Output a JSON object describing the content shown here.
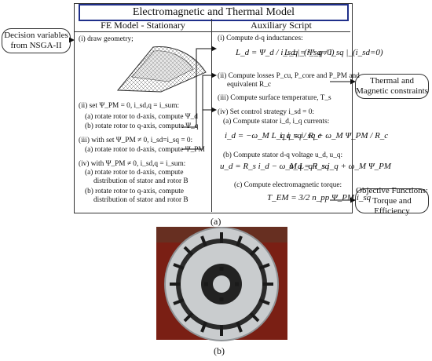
{
  "title": "Electromagnetic and Thermal Model",
  "left_column": {
    "header": "FE Model - Stationary",
    "steps": [
      "(i) draw geometry;",
      "(ii) set Ψ_PM = 0, i_sd,q = i_sum:",
      "(a) rotate rotor to d-axis, compute Ψ_d",
      "(b) rotate rotor to q-axis, compute Ψ_q",
      "(iii) with set Ψ_PM ≠ 0, i_sd=i_sq = 0:",
      "(a) rotate rotor to d-axis, compute Ψ_PM",
      "(iv) with Ψ_PM ≠ 0, i_sd,q = i_sum:",
      "(a)  rotate rotor to d-axis, compute",
      "distribution of stator and rotor B",
      "(b)  rotate rotor to q-axis, compute",
      "distribution of stator and rotor B"
    ]
  },
  "right_column": {
    "header": "Auxiliary Script",
    "steps": [
      "(i) Compute d-q inductances:",
      "(ii) Compute losses P_cu, P_core and P_PM and",
      "equivalent R_c",
      "(iii) Compute surface temperature, T_s",
      "(iv) Set control strategy i_sd = 0:",
      "(a) Compute stator i_d, i_q currents:",
      "(b) Compute stator d-q voltage u_d, u_q:",
      "(c) Compute electromagnetic torque:"
    ],
    "formulas": {
      "Ld": "L_d = Ψ_d / i_sd |_(i_sq=0)",
      "Lq": "L_q = Ψ_q / i_sq |_(i_sd=0)",
      "id": "i_d = −ω_M L_q i_sq / R_c",
      "iq": "i_q = i_sq + ω_M Ψ_PM / R_c",
      "ud": "u_d = R_s i_d − ω_M L_q i_sq",
      "uq": "u_q = R_s i_q + ω_M Ψ_PM",
      "TEM": "T_EM = 3/2 n_pp Ψ_PM i_sq"
    }
  },
  "inputs": {
    "decision": "Decision variables from NSGA-II"
  },
  "outputs": {
    "thermal": "Thermal and Magnetic constraints",
    "objective": "Objective Functions: Torque and Efficiency"
  },
  "captions": {
    "a": "(a)",
    "b": "(b)"
  },
  "colors": {
    "title_border": "#1f2f8a",
    "photo_bg": "#7a1f14",
    "metal": "#c9ccce"
  }
}
